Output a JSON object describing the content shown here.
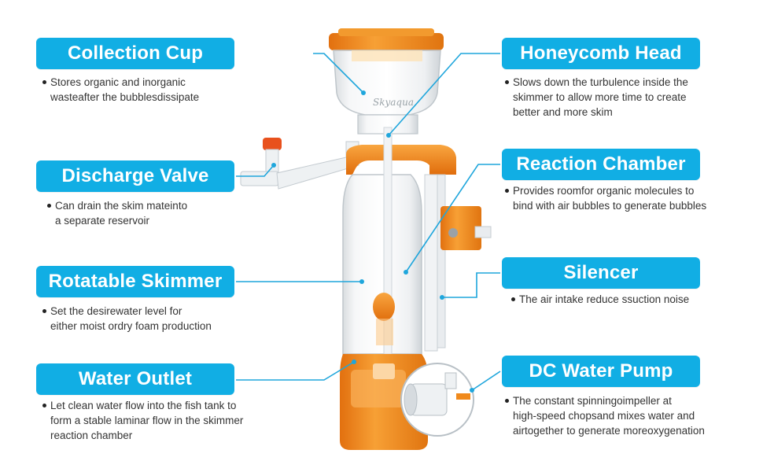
{
  "labels": {
    "collection_cup": {
      "title": "Collection Cup",
      "text": "Stores organic and inorganic\nwasteafter the bubblesdissipate"
    },
    "discharge_valve": {
      "title": "Discharge Valve",
      "text": "Can drain the skim mateinto\na separate reservoir"
    },
    "rotatable_skimmer": {
      "title": "Rotatable Skimmer",
      "text": "Set the desirewater level for\neither moist ordry foam production"
    },
    "water_outlet": {
      "title": "Water Outlet",
      "text": "Let clean water flow into the fish tank to\nform a stable laminar flow in the skimmer\nreaction chamber"
    },
    "honeycomb_head": {
      "title": "Honeycomb Head",
      "text": "Slows down the turbulence inside the\nskimmer to allow more time to create\nbetter and more skim"
    },
    "reaction_chamber": {
      "title": "Reaction Chamber",
      "text": "Provides roomfor organic molecules to\nbind with air bubbles to generate bubbles"
    },
    "silencer": {
      "title": "Silencer",
      "text": "The air intake reduce ssuction noise"
    },
    "dc_water_pump": {
      "title": "DC Water Pump",
      "text": "The constant spinningoimpeller at\nhigh-speed chopsand mixes water and\nairtogether to generate moreoxygenation"
    }
  },
  "product": {
    "brand_mark": "Skyaqua"
  },
  "colors": {
    "pill": "#11aee4",
    "orange": "#f08a1c",
    "leader": "#1fa6dc",
    "text": "#333333"
  }
}
